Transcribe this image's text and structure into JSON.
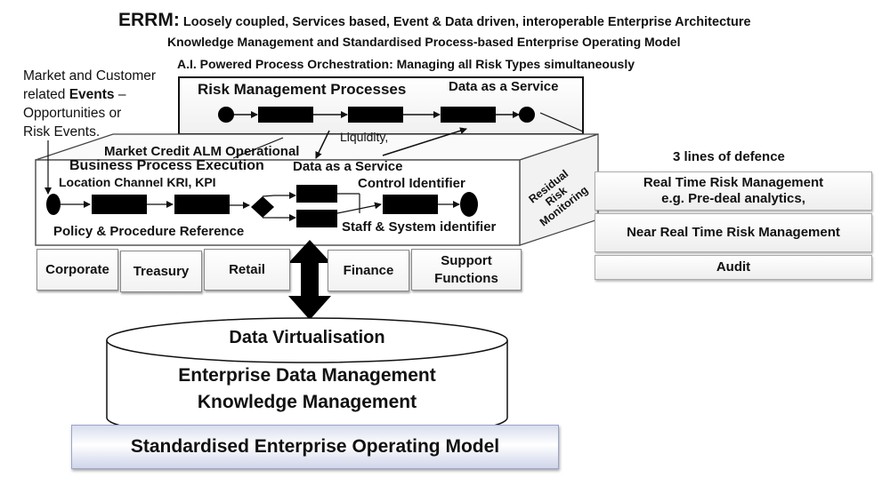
{
  "header": {
    "prefix": "ERRM:",
    "line1": "Loosely coupled, Services based, Event & Data driven, interoperable Enterprise Architecture",
    "line2": "Knowledge Management and Standardised Process-based Enterprise Operating Model",
    "line3": "A.I. Powered Process Orchestration: Managing all Risk Types simultaneously"
  },
  "events_note": {
    "line1": "Market and Customer",
    "line2_pre": "related ",
    "line2_bold": "Events",
    "line2_post": " –",
    "line3": "Opportunities or",
    "line4": "Risk Events."
  },
  "risk_processes": {
    "title": "Risk Management Processes",
    "daas": "Data as a Service"
  },
  "risk_types": {
    "line1": "Market Credit ALM Operational",
    "line2": "Liquidity,"
  },
  "execution": {
    "title": "Business Process Execution",
    "daas": "Data as a Service",
    "location": "Location Channel KRI, KPI",
    "control": "Control Identifier",
    "policy": "Policy & Procedure Reference",
    "staff": "Staff & System identifier",
    "residual1": "Residual",
    "residual2": "Risk",
    "residual3": "Monitoring"
  },
  "business_lines": [
    {
      "label": "Corporate"
    },
    {
      "label": "Treasury"
    },
    {
      "label": "Retail"
    },
    {
      "label": "Finance"
    },
    {
      "label": "Support",
      "label2": "Functions"
    }
  ],
  "defence": {
    "title": "3 lines of defence",
    "items": [
      {
        "line1": "Real Time Risk Management",
        "line2": "e.g. Pre-deal analytics,"
      },
      {
        "line1": "Near Real Time Risk Management"
      },
      {
        "line1": "Audit"
      }
    ]
  },
  "data_store": {
    "top": "Data Virtualisation",
    "line1": "Enterprise Data Management",
    "line2": "Knowledge Management"
  },
  "footer": {
    "label": "Standardised Enterprise Operating Model"
  }
}
